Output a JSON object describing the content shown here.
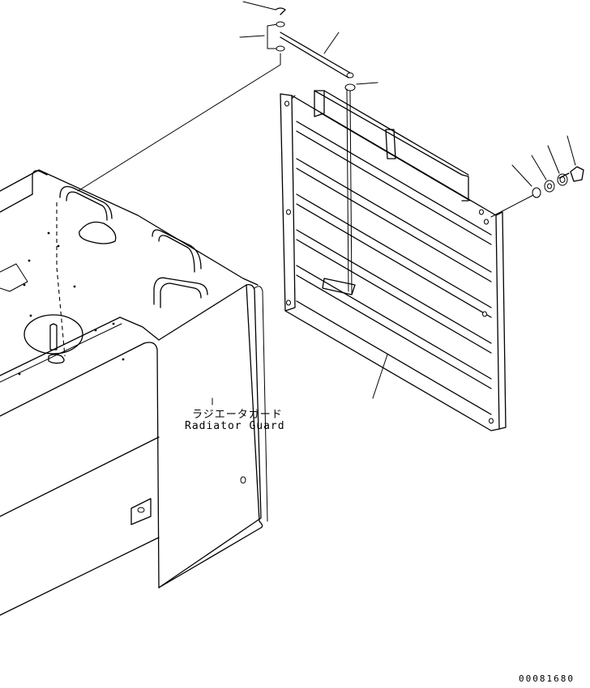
{
  "diagram": {
    "labels": {
      "part_name_jp": "ラジエータガード",
      "part_name_en": "Radiator Guard"
    },
    "drawing_number": "00081680"
  }
}
